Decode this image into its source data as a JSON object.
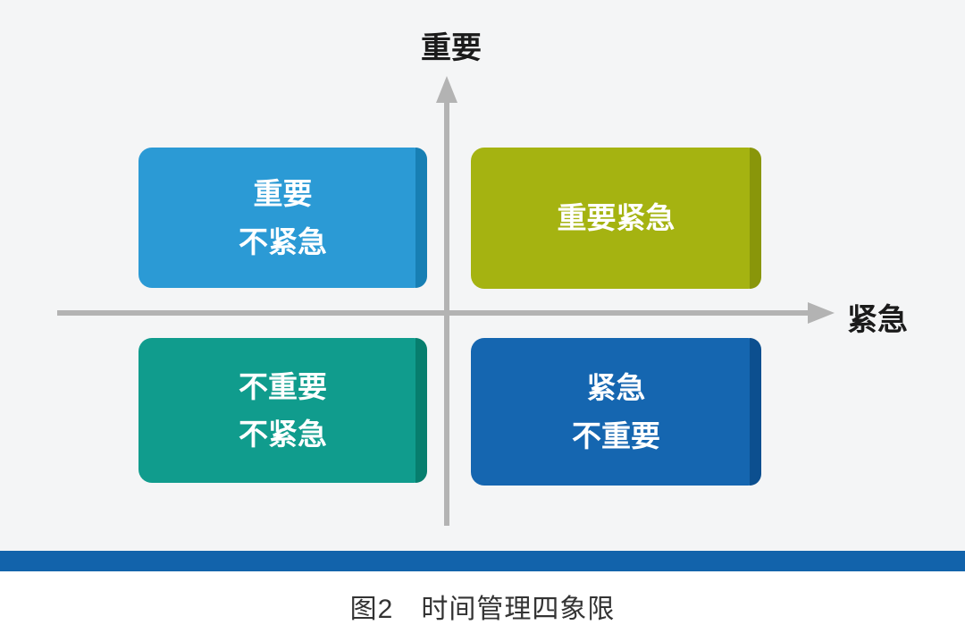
{
  "axes": {
    "y_label": "重要",
    "x_label": "紧急",
    "color": "#b3b3b3"
  },
  "quadrants": {
    "top_left": {
      "lines": [
        "重要",
        "不紧急"
      ],
      "color": "#2b9ad5",
      "edge_color": "#177fb4"
    },
    "top_right": {
      "lines": [
        "重要紧急"
      ],
      "color": "#a5b311",
      "edge_color": "#89960a"
    },
    "bottom_left": {
      "lines": [
        "不重要",
        "不紧急"
      ],
      "color": "#109c8d",
      "edge_color": "#077e6e"
    },
    "bottom_right": {
      "lines": [
        "紧急",
        "不重要"
      ],
      "color": "#1566b0",
      "edge_color": "#0c4f8f"
    }
  },
  "footer": {
    "bar_color": "#1263ab",
    "caption": "图2　时间管理四象限"
  }
}
